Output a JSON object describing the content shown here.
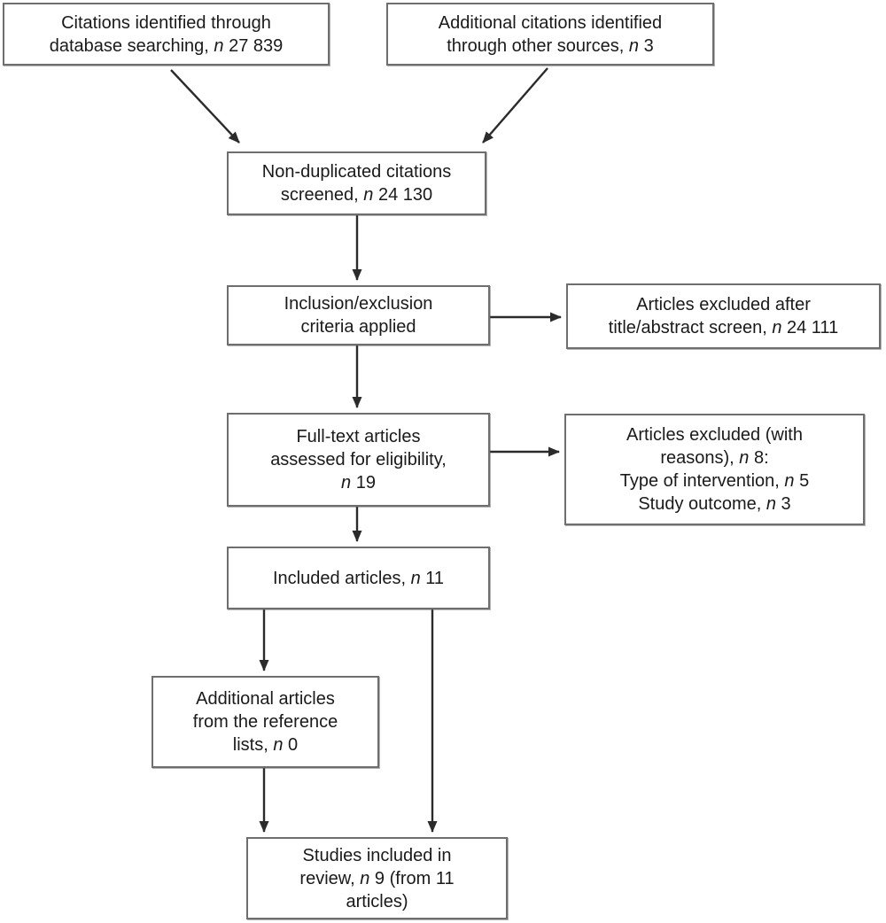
{
  "diagram": {
    "type": "flowchart",
    "description": "PRISMA-style citation screening flow diagram",
    "colors": {
      "background": "#ffffff",
      "box_border": "#6e6e6e",
      "box_fill": "#ffffff",
      "arrow": "#2b2b2b",
      "text": "#1a1a1a"
    },
    "boxes": [
      {
        "id": "citations-database",
        "lines": [
          [
            {
              "text": "Citations identified through",
              "italic": false
            }
          ],
          [
            {
              "text": "database searching, ",
              "italic": false
            },
            {
              "text": "n",
              "italic": true
            },
            {
              "text": " 27 839",
              "italic": false
            }
          ]
        ]
      },
      {
        "id": "citations-other",
        "lines": [
          [
            {
              "text": "Additional citations identified",
              "italic": false
            }
          ],
          [
            {
              "text": "through other sources, ",
              "italic": false
            },
            {
              "text": "n",
              "italic": true
            },
            {
              "text": " 3",
              "italic": false
            }
          ]
        ]
      },
      {
        "id": "screened",
        "lines": [
          [
            {
              "text": "Non-duplicated citations",
              "italic": false
            }
          ],
          [
            {
              "text": "screened, ",
              "italic": false
            },
            {
              "text": "n",
              "italic": true
            },
            {
              "text": " 24 130",
              "italic": false
            }
          ]
        ]
      },
      {
        "id": "criteria",
        "lines": [
          [
            {
              "text": "Inclusion/exclusion",
              "italic": false
            }
          ],
          [
            {
              "text": "criteria applied",
              "italic": false
            }
          ]
        ]
      },
      {
        "id": "excluded-title",
        "lines": [
          [
            {
              "text": "Articles excluded after",
              "italic": false
            }
          ],
          [
            {
              "text": "title/abstract screen, ",
              "italic": false
            },
            {
              "text": "n",
              "italic": true
            },
            {
              "text": " 24 111",
              "italic": false
            }
          ]
        ]
      },
      {
        "id": "fulltext",
        "lines": [
          [
            {
              "text": "Full-text articles",
              "italic": false
            }
          ],
          [
            {
              "text": "assessed for eligibility,",
              "italic": false
            }
          ],
          [
            {
              "text": "n",
              "italic": true
            },
            {
              "text": " 19",
              "italic": false
            }
          ]
        ]
      },
      {
        "id": "excluded-reasons",
        "lines": [
          [
            {
              "text": "Articles excluded (with",
              "italic": false
            }
          ],
          [
            {
              "text": "reasons), ",
              "italic": false
            },
            {
              "text": "n",
              "italic": true
            },
            {
              "text": " 8:",
              "italic": false
            }
          ],
          [
            {
              "text": "Type of intervention, ",
              "italic": false
            },
            {
              "text": "n",
              "italic": true
            },
            {
              "text": " 5",
              "italic": false
            }
          ],
          [
            {
              "text": "Study outcome, ",
              "italic": false
            },
            {
              "text": "n",
              "italic": true
            },
            {
              "text": " 3",
              "italic": false
            }
          ]
        ]
      },
      {
        "id": "included-articles",
        "lines": [
          [
            {
              "text": "Included articles, ",
              "italic": false
            },
            {
              "text": "n",
              "italic": true
            },
            {
              "text": " 11",
              "italic": false
            }
          ]
        ]
      },
      {
        "id": "additional-reference",
        "lines": [
          [
            {
              "text": "Additional articles",
              "italic": false
            }
          ],
          [
            {
              "text": "from the reference",
              "italic": false
            }
          ],
          [
            {
              "text": "lists, ",
              "italic": false
            },
            {
              "text": "n",
              "italic": true
            },
            {
              "text": " 0",
              "italic": false
            }
          ]
        ]
      },
      {
        "id": "studies-included",
        "lines": [
          [
            {
              "text": "Studies included in",
              "italic": false
            }
          ],
          [
            {
              "text": "review, ",
              "italic": false
            },
            {
              "text": "n",
              "italic": true
            },
            {
              "text": " 9 (from 11",
              "italic": false
            }
          ],
          [
            {
              "text": "articles)",
              "italic": false
            }
          ]
        ]
      }
    ],
    "arrows": [
      {
        "from": "citations-database",
        "to": "screened"
      },
      {
        "from": "citations-other",
        "to": "screened"
      },
      {
        "from": "screened",
        "to": "criteria"
      },
      {
        "from": "criteria",
        "to": "excluded-title"
      },
      {
        "from": "criteria",
        "to": "fulltext"
      },
      {
        "from": "fulltext",
        "to": "excluded-reasons"
      },
      {
        "from": "fulltext",
        "to": "included-articles"
      },
      {
        "from": "included-articles",
        "to": "additional-reference"
      },
      {
        "from": "additional-reference",
        "to": "studies-included"
      },
      {
        "from": "included-articles",
        "to": "studies-included"
      }
    ]
  }
}
